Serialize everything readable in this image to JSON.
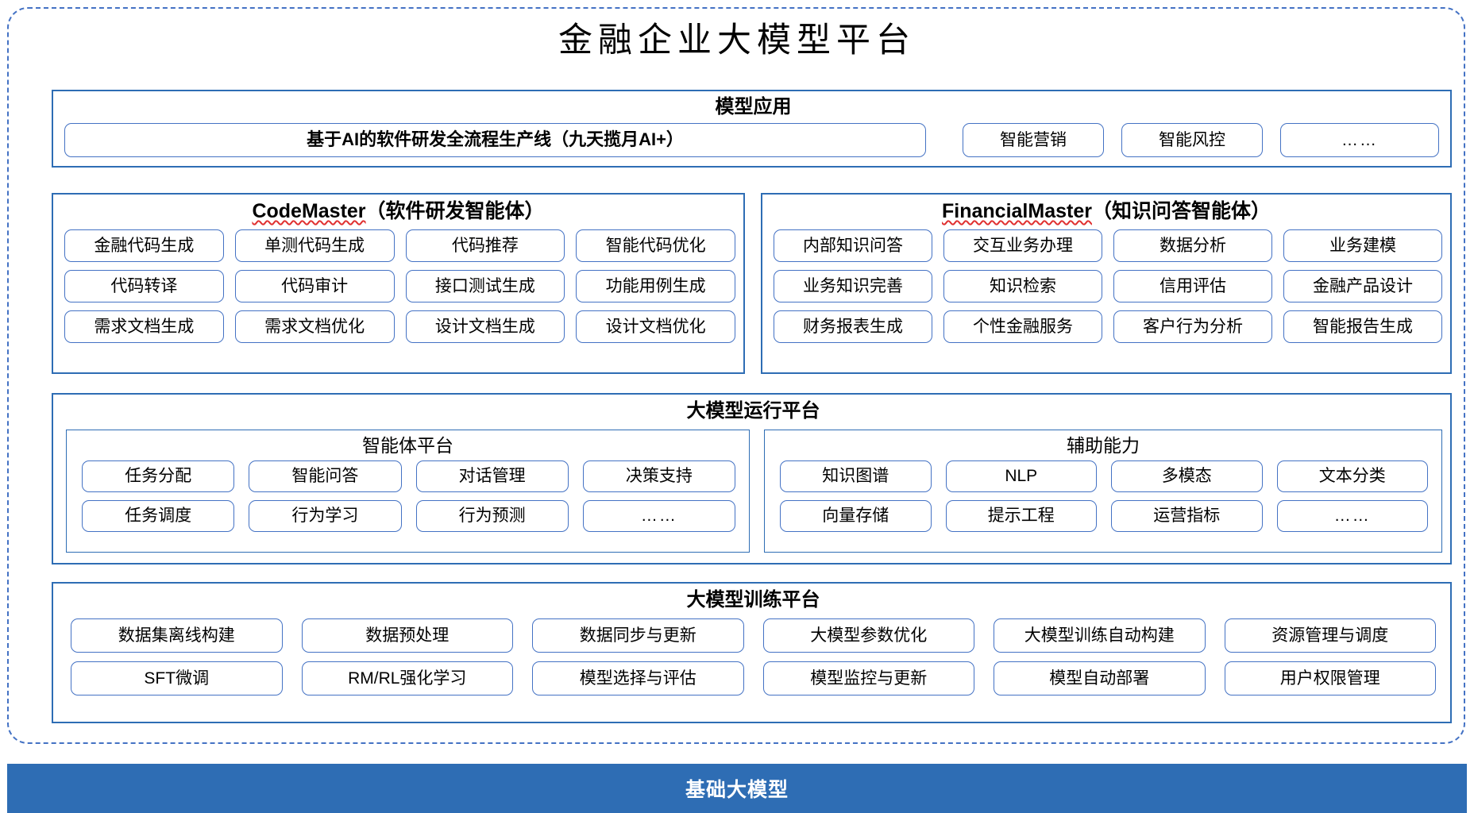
{
  "title": "金融企业大模型平台",
  "colors": {
    "frame_dashed": "#4472C4",
    "panel_border": "#2E6DB4",
    "pill_border": "#4472C4",
    "base_bar": "#2E6DB4",
    "base_bar_text": "#FFFFFF",
    "spellcheck_underline": "#E03030"
  },
  "model_application": {
    "title": "模型应用",
    "items": [
      "基于AI的软件研发全流程生产线（九天揽月AI+）",
      "智能营销",
      "智能风控",
      "……"
    ]
  },
  "agents": [
    {
      "name": "CodeMaster",
      "name_suffix": "（软件研发智能体）",
      "capabilities": [
        "金融代码生成",
        "单测代码生成",
        "代码推荐",
        "智能代码优化",
        "代码转译",
        "代码审计",
        "接口测试生成",
        "功能用例生成",
        "需求文档生成",
        "需求文档优化",
        "设计文档生成",
        "设计文档优化"
      ]
    },
    {
      "name": "FinancialMaster",
      "name_suffix": "（知识问答智能体）",
      "capabilities": [
        "内部知识问答",
        "交互业务办理",
        "数据分析",
        "业务建模",
        "业务知识完善",
        "知识检索",
        "信用评估",
        "金融产品设计",
        "财务报表生成",
        "个性金融服务",
        "客户行为分析",
        "智能报告生成"
      ]
    }
  ],
  "runtime_platform": {
    "title": "大模型运行平台",
    "subpanels": [
      {
        "title": "智能体平台",
        "items": [
          "任务分配",
          "智能问答",
          "对话管理",
          "决策支持",
          "任务调度",
          "行为学习",
          "行为预测",
          "……"
        ]
      },
      {
        "title": "辅助能力",
        "items": [
          "知识图谱",
          "NLP",
          "多模态",
          "文本分类",
          "向量存储",
          "提示工程",
          "运营指标",
          "……"
        ]
      }
    ]
  },
  "training_platform": {
    "title": "大模型训练平台",
    "items": [
      "数据集离线构建",
      "数据预处理",
      "数据同步与更新",
      "大模型参数优化",
      "大模型训练自动构建",
      "资源管理与调度",
      "SFT微调",
      "RM/RL强化学习",
      "模型选择与评估",
      "模型监控与更新",
      "模型自动部署",
      "用户权限管理"
    ]
  },
  "base_model": {
    "label": "基础大模型"
  }
}
